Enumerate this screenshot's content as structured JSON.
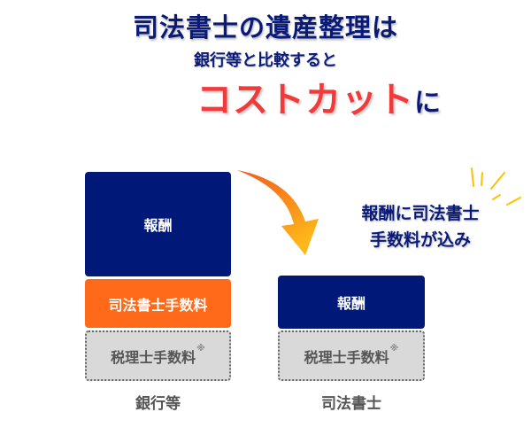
{
  "header": {
    "title": "司法書士の遺産整理は",
    "subtitle": "銀行等と比較すると",
    "highlight": "コストカット",
    "highlight_suffix": "に"
  },
  "columns": [
    {
      "label": "銀行等",
      "blocks": [
        "報酬",
        "司法書士手数料",
        "税理士手数料"
      ]
    },
    {
      "label": "司法書士",
      "blocks": [
        "報酬",
        "税理士手数料"
      ]
    }
  ],
  "note_mark": "※",
  "callout": {
    "line1": "報酬に司法書士",
    "line2": "手数料が込み"
  },
  "colors": {
    "navy": "#001878",
    "orange": "#ff6a1a",
    "red": "#f23a3a",
    "gray": "#d9d9d9"
  }
}
